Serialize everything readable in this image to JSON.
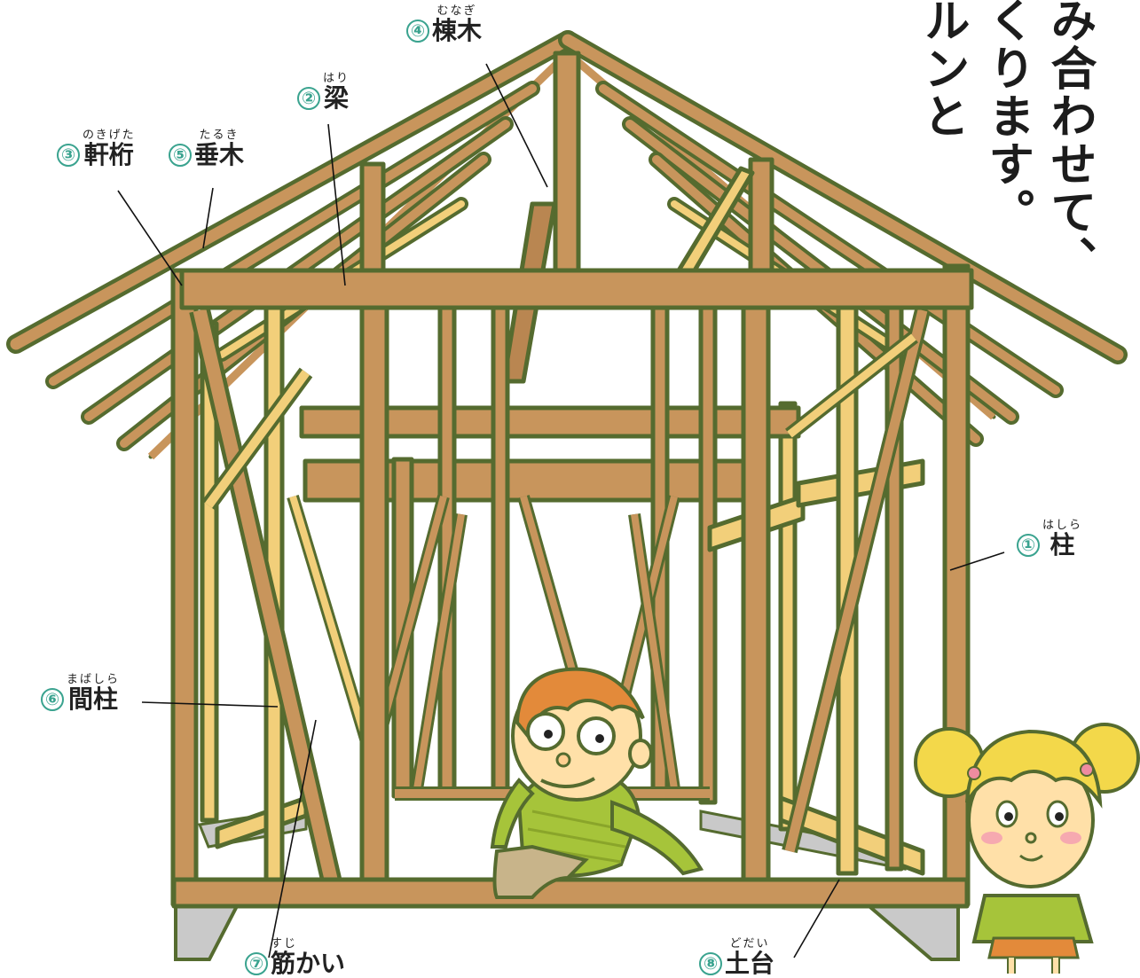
{
  "vertical_text": {
    "col1": "み合わせて、",
    "col2": "くります。",
    "col3": "ルンと"
  },
  "labels": {
    "hashira": {
      "num": "①",
      "kanji": "柱",
      "ruby": "はしら"
    },
    "hari": {
      "num": "②",
      "kanji": "梁",
      "ruby": "はり"
    },
    "nokigeta": {
      "num": "③",
      "kanji": "軒桁",
      "ruby": "のきげた"
    },
    "munagi": {
      "num": "④",
      "kanji": "棟木",
      "ruby": "むなぎ"
    },
    "taruki": {
      "num": "⑤",
      "kanji": "垂木",
      "ruby": "たるき"
    },
    "mabashira": {
      "num": "⑥",
      "kanji": "間柱",
      "ruby": "まばしら"
    },
    "sujikai": {
      "num": "⑦",
      "kanji": "筋かい",
      "ruby": "すじ"
    },
    "dodai": {
      "num": "⑧",
      "kanji": "土台",
      "ruby": "どだい"
    }
  },
  "colors": {
    "wood": "#c8955c",
    "wood_light": "#f2cf7a",
    "outline": "#556b2f",
    "foundation": "#c9c9c9",
    "accent": "#3aa38f"
  }
}
